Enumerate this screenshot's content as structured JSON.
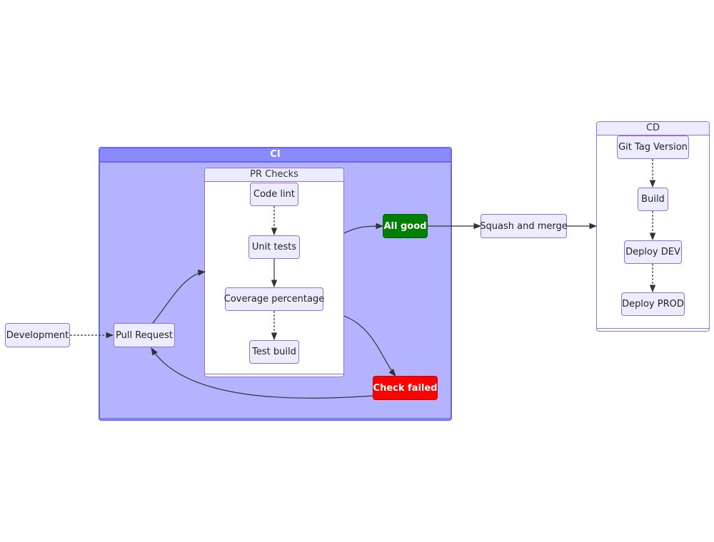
{
  "diagram": {
    "clusters": {
      "ci": "CI",
      "pr_checks": "PR Checks",
      "cd": "CD"
    },
    "nodes": {
      "development": "Development",
      "pull_request": "Pull Request",
      "code_lint": "Code lint",
      "unit_tests": "Unit tests",
      "coverage": "Coverage percentage",
      "test_build": "Test build",
      "all_good": "All good",
      "check_failed": "Check failed",
      "squash_merge": "Squash and merge",
      "git_tag": "Git Tag Version",
      "build": "Build",
      "deploy_dev": "Deploy DEV",
      "deploy_prod": "Deploy PROD"
    },
    "edges": [
      {
        "from": "Development",
        "to": "Pull Request",
        "style": "dotted"
      },
      {
        "from": "Pull Request",
        "to": "PR Checks",
        "style": "solid"
      },
      {
        "from": "Code lint",
        "to": "Unit tests",
        "style": "dotted"
      },
      {
        "from": "Unit tests",
        "to": "Coverage percentage",
        "style": "solid"
      },
      {
        "from": "Coverage percentage",
        "to": "Test build",
        "style": "dotted"
      },
      {
        "from": "PR Checks",
        "to": "All good",
        "style": "solid"
      },
      {
        "from": "PR Checks",
        "to": "Check failed",
        "style": "solid"
      },
      {
        "from": "Check failed",
        "to": "Pull Request",
        "style": "solid"
      },
      {
        "from": "All good",
        "to": "Squash and merge",
        "style": "solid"
      },
      {
        "from": "Squash and merge",
        "to": "CD",
        "style": "solid"
      },
      {
        "from": "Git Tag Version",
        "to": "Build",
        "style": "dotted"
      },
      {
        "from": "Build",
        "to": "Deploy DEV",
        "style": "dotted"
      },
      {
        "from": "Deploy DEV",
        "to": "Deploy PROD",
        "style": "dotted"
      }
    ],
    "colors": {
      "node_fill": "#ECECFF",
      "node_border": "#9370DB",
      "ci_fill": "#b3b3ff",
      "ci_border": "#6666ff",
      "success": "#008000",
      "failure": "#ff0000",
      "edge": "#333333"
    }
  }
}
